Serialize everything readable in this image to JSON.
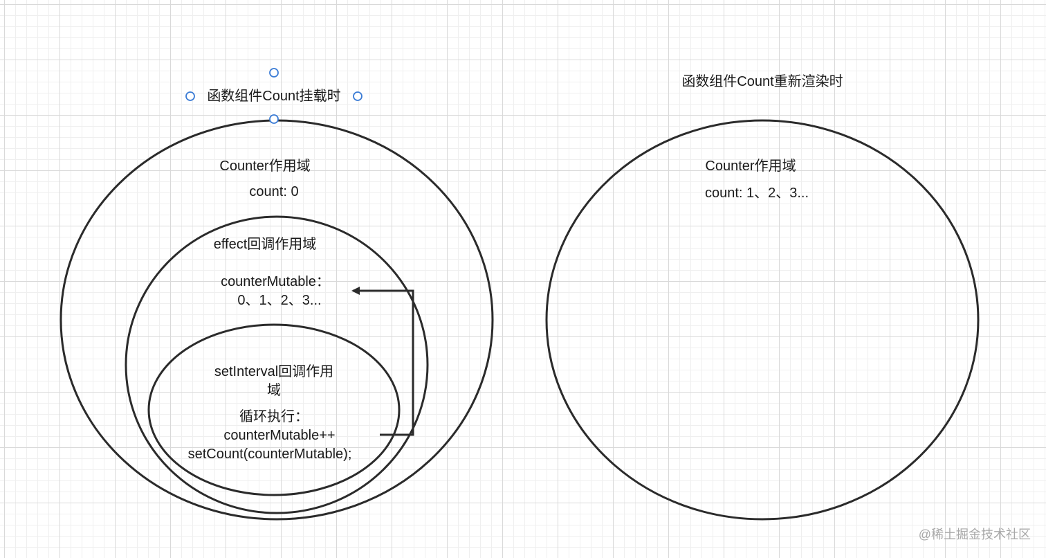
{
  "mount_panel": {
    "title": "函数组件Count挂载时",
    "counter_scope": {
      "label": "Counter作用域",
      "count_text": "count: 0"
    },
    "effect_scope": {
      "label": "effect回调作用域",
      "mutable_line1": "counterMutable：",
      "mutable_line2": "0、1、2、3..."
    },
    "interval_scope": {
      "label_line1": "setInterval回调作用",
      "label_line2": "域",
      "loop_label": "循环执行：",
      "code_line1": "counterMutable++",
      "code_line2": "setCount(counterMutable);"
    }
  },
  "rerender_panel": {
    "title": "函数组件Count重新渲染时",
    "counter_scope": {
      "label": "Counter作用域",
      "count_text": "count: 1、2、3..."
    }
  },
  "watermark": "@稀土掘金技术社区",
  "colors": {
    "stroke": "#2b2b2b",
    "selection_handle": "#3a7bd5"
  }
}
